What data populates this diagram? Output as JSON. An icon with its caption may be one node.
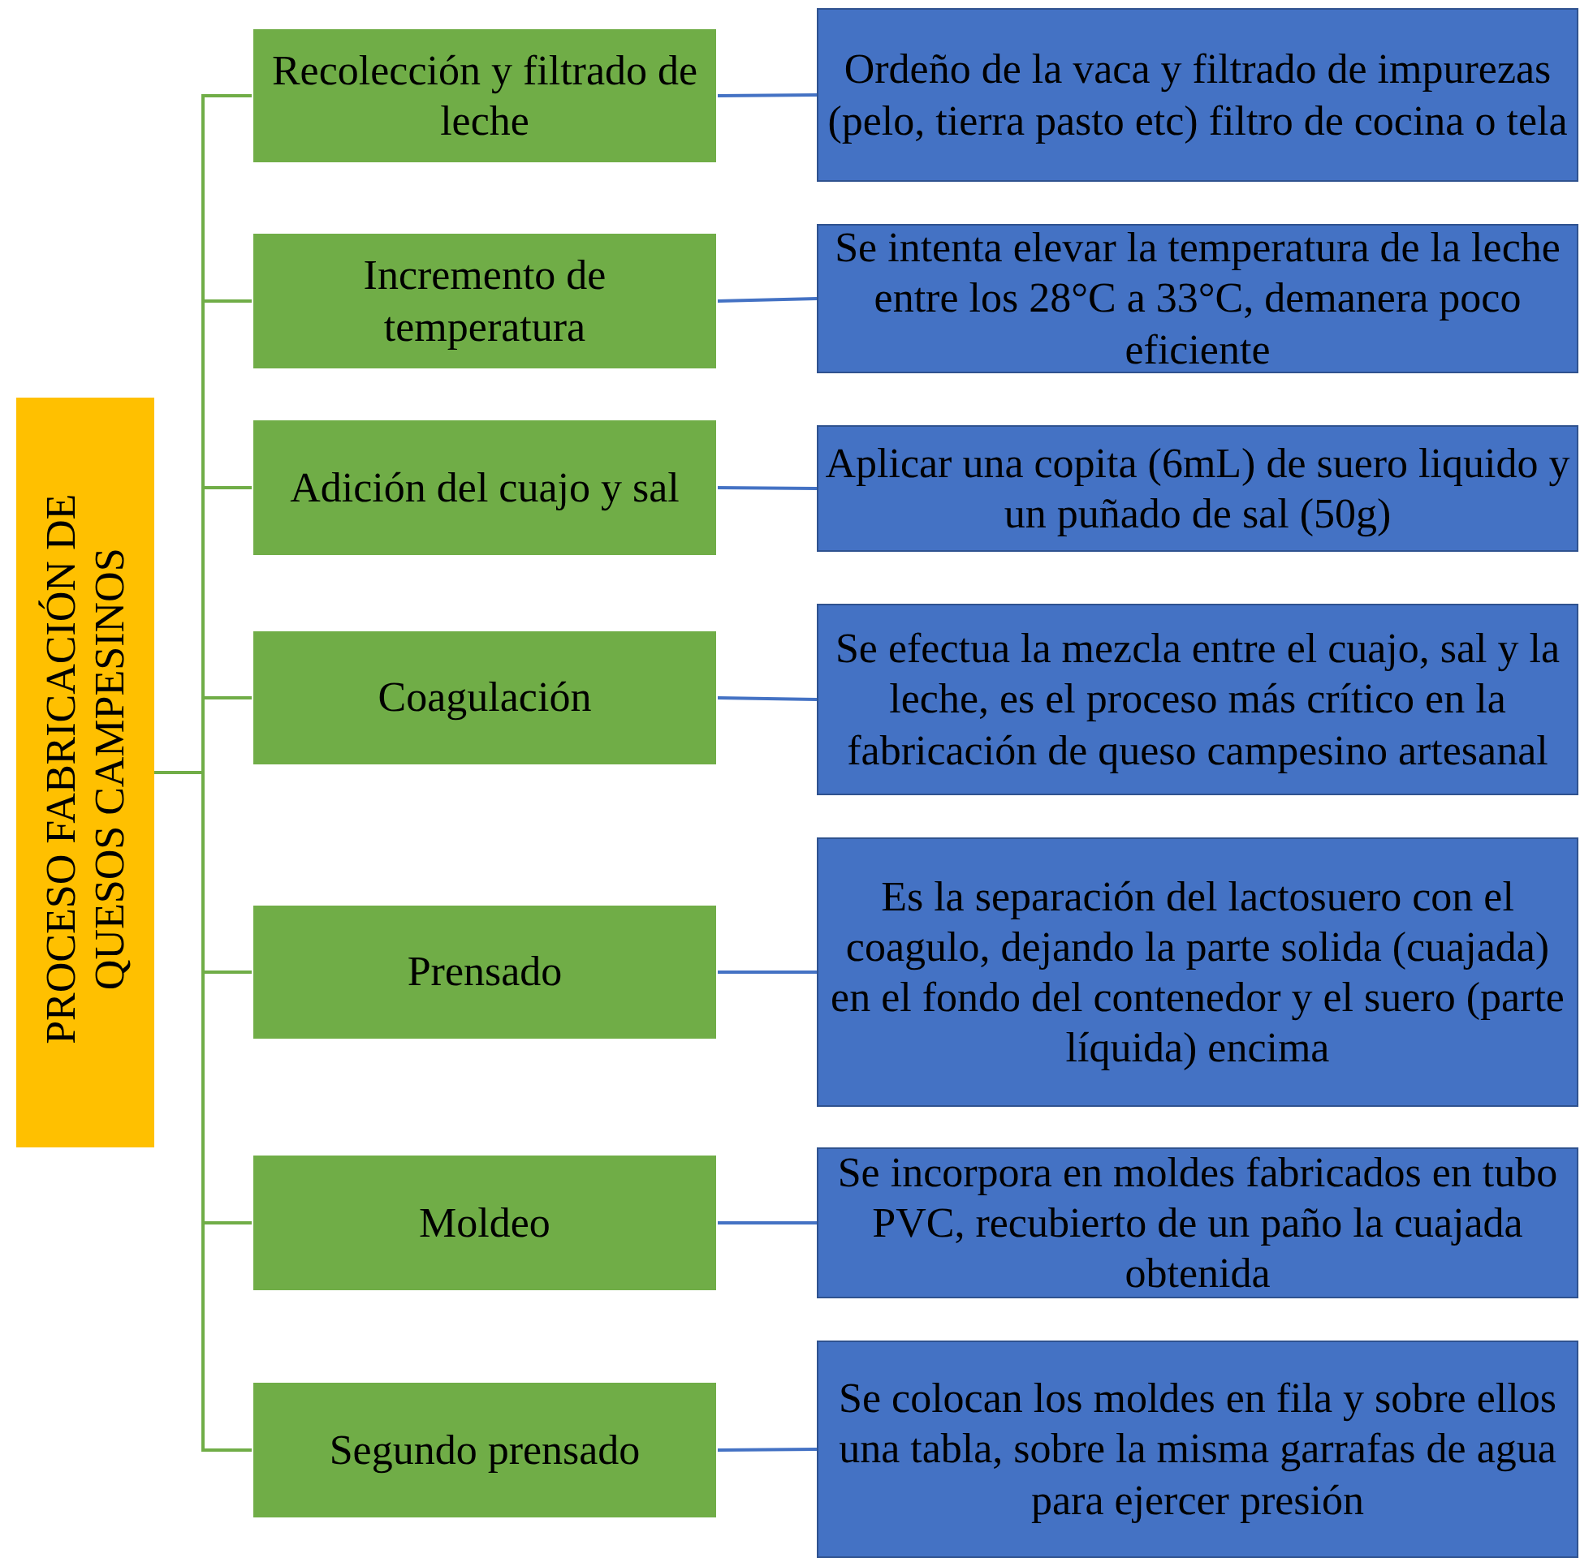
{
  "diagram": {
    "nodes": [
      {
        "text": [
          "PROCESO FABRICACIÓN DE QUESOS CAMPESINOS"
        ]
      },
      {
        "text": [
          "Recolección y filtrado de leche"
        ]
      },
      {
        "text": [
          "Ordeño de la vaca y filtrado de impurezas (pelo, tierra pasto etc) filtro de cocina o tela"
        ]
      },
      {
        "text": [
          "Incremento de temperatura"
        ]
      },
      {
        "text": [
          "Se intenta elevar la temperatura de la leche entre los 28°C a 33°C, demanera poco eficiente"
        ]
      },
      {
        "text": [
          "Adición del cuajo y sal"
        ]
      },
      {
        "text": [
          "Aplicar una copita (6mL) de suero liquido y un puñado de sal  (50g)"
        ]
      },
      {
        "text": [
          "Coagulación"
        ]
      },
      {
        "text": [
          "Se efectua la mezcla entre el cuajo, sal y la leche, es el proceso más crítico en la fabricación de queso campesino artesanal"
        ]
      },
      {
        "text": [
          "Prensado"
        ]
      },
      {
        "text": [
          "Es la separación del lactosuero con el coagulo, dejando la parte solida (cuajada) en el fondo del contenedor y el suero (parte líquida) encima"
        ]
      },
      {
        "text": [
          "Moldeo"
        ]
      },
      {
        "text": [
          "Se incorpora en moldes fabricados en tubo PVC, recubierto de un paño la cuajada obtenida"
        ]
      },
      {
        "text": [
          "Segundo prensado"
        ]
      },
      {
        "text": [
          "Se colocan los moldes en fila y sobre ellos una tabla, sobre la misma garrafas de agua para ejercer presión"
        ]
      }
    ],
    "edges": [
      {
        "from": 0,
        "to": 1,
        "arrow": "none",
        "color": "#70ad47"
      },
      {
        "from": 0,
        "to": 3,
        "arrow": "none",
        "color": "#70ad47"
      },
      {
        "from": 0,
        "to": 5,
        "arrow": "none",
        "color": "#70ad47"
      },
      {
        "from": 0,
        "to": 7,
        "arrow": "none",
        "color": "#70ad47"
      },
      {
        "from": 0,
        "to": 9,
        "arrow": "none",
        "color": "#70ad47"
      },
      {
        "from": 0,
        "to": 11,
        "arrow": "none",
        "color": "#70ad47"
      },
      {
        "from": 0,
        "to": 13,
        "arrow": "none",
        "color": "#70ad47"
      },
      {
        "from": 1,
        "to": 2,
        "arrow": "none",
        "color": "#4472c4"
      },
      {
        "from": 3,
        "to": 4,
        "arrow": "none",
        "color": "#4472c4"
      },
      {
        "from": 5,
        "to": 6,
        "arrow": "none",
        "color": "#4472c4"
      },
      {
        "from": 7,
        "to": 8,
        "arrow": "none",
        "color": "#4472c4"
      },
      {
        "from": 9,
        "to": 10,
        "arrow": "none",
        "color": "#4472c4"
      },
      {
        "from": 11,
        "to": 12,
        "arrow": "none",
        "color": "#4472c4"
      },
      {
        "from": 13,
        "to": 14,
        "arrow": "none",
        "color": "#4472c4"
      }
    ]
  }
}
